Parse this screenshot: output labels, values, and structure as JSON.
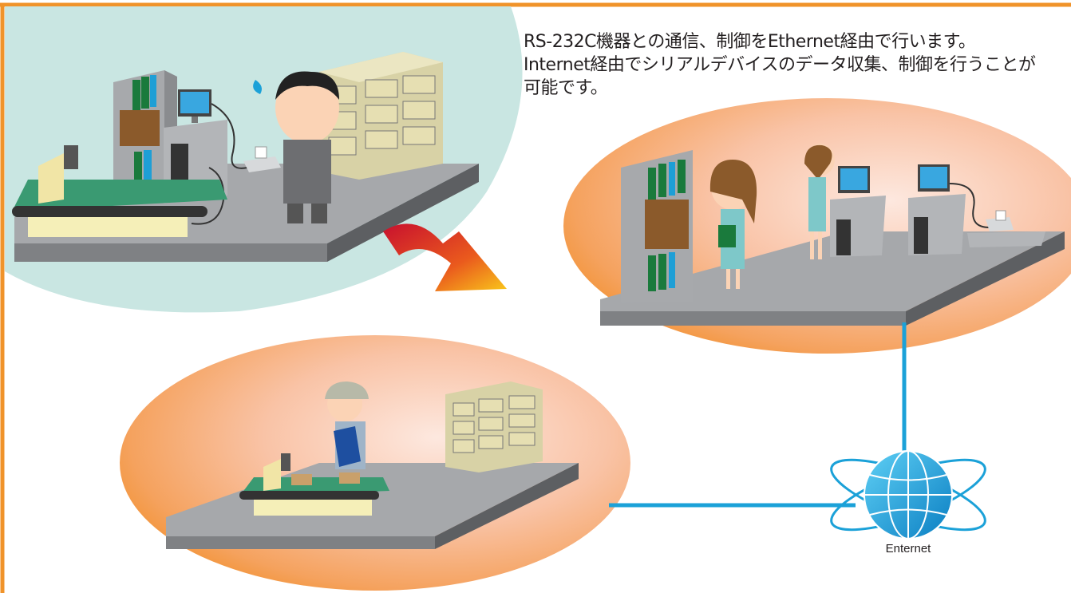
{
  "description": {
    "line1": "RS-232C機器との通信、制御をEthernet経由で行います。",
    "line2": "Internet経由でシリアルデバイスのデータ収集、制御を行うことが",
    "line3": "可能です。"
  },
  "internet_label": "Enternet",
  "colors": {
    "border": "#f0932a",
    "cable": "#1ba1d8",
    "floor": "#a6a8ab",
    "teal_bubble": "#c9e6e2",
    "orange_bubble": "#f4a261"
  },
  "scenes": {
    "top_left": "trouble-scene",
    "right": "office-scene",
    "bottom_left": "factory-scene"
  },
  "icons": [
    "globe-icon",
    "arrow-icon",
    "conveyor-icon",
    "cabinet-icon",
    "computer-icon",
    "printer-icon"
  ]
}
